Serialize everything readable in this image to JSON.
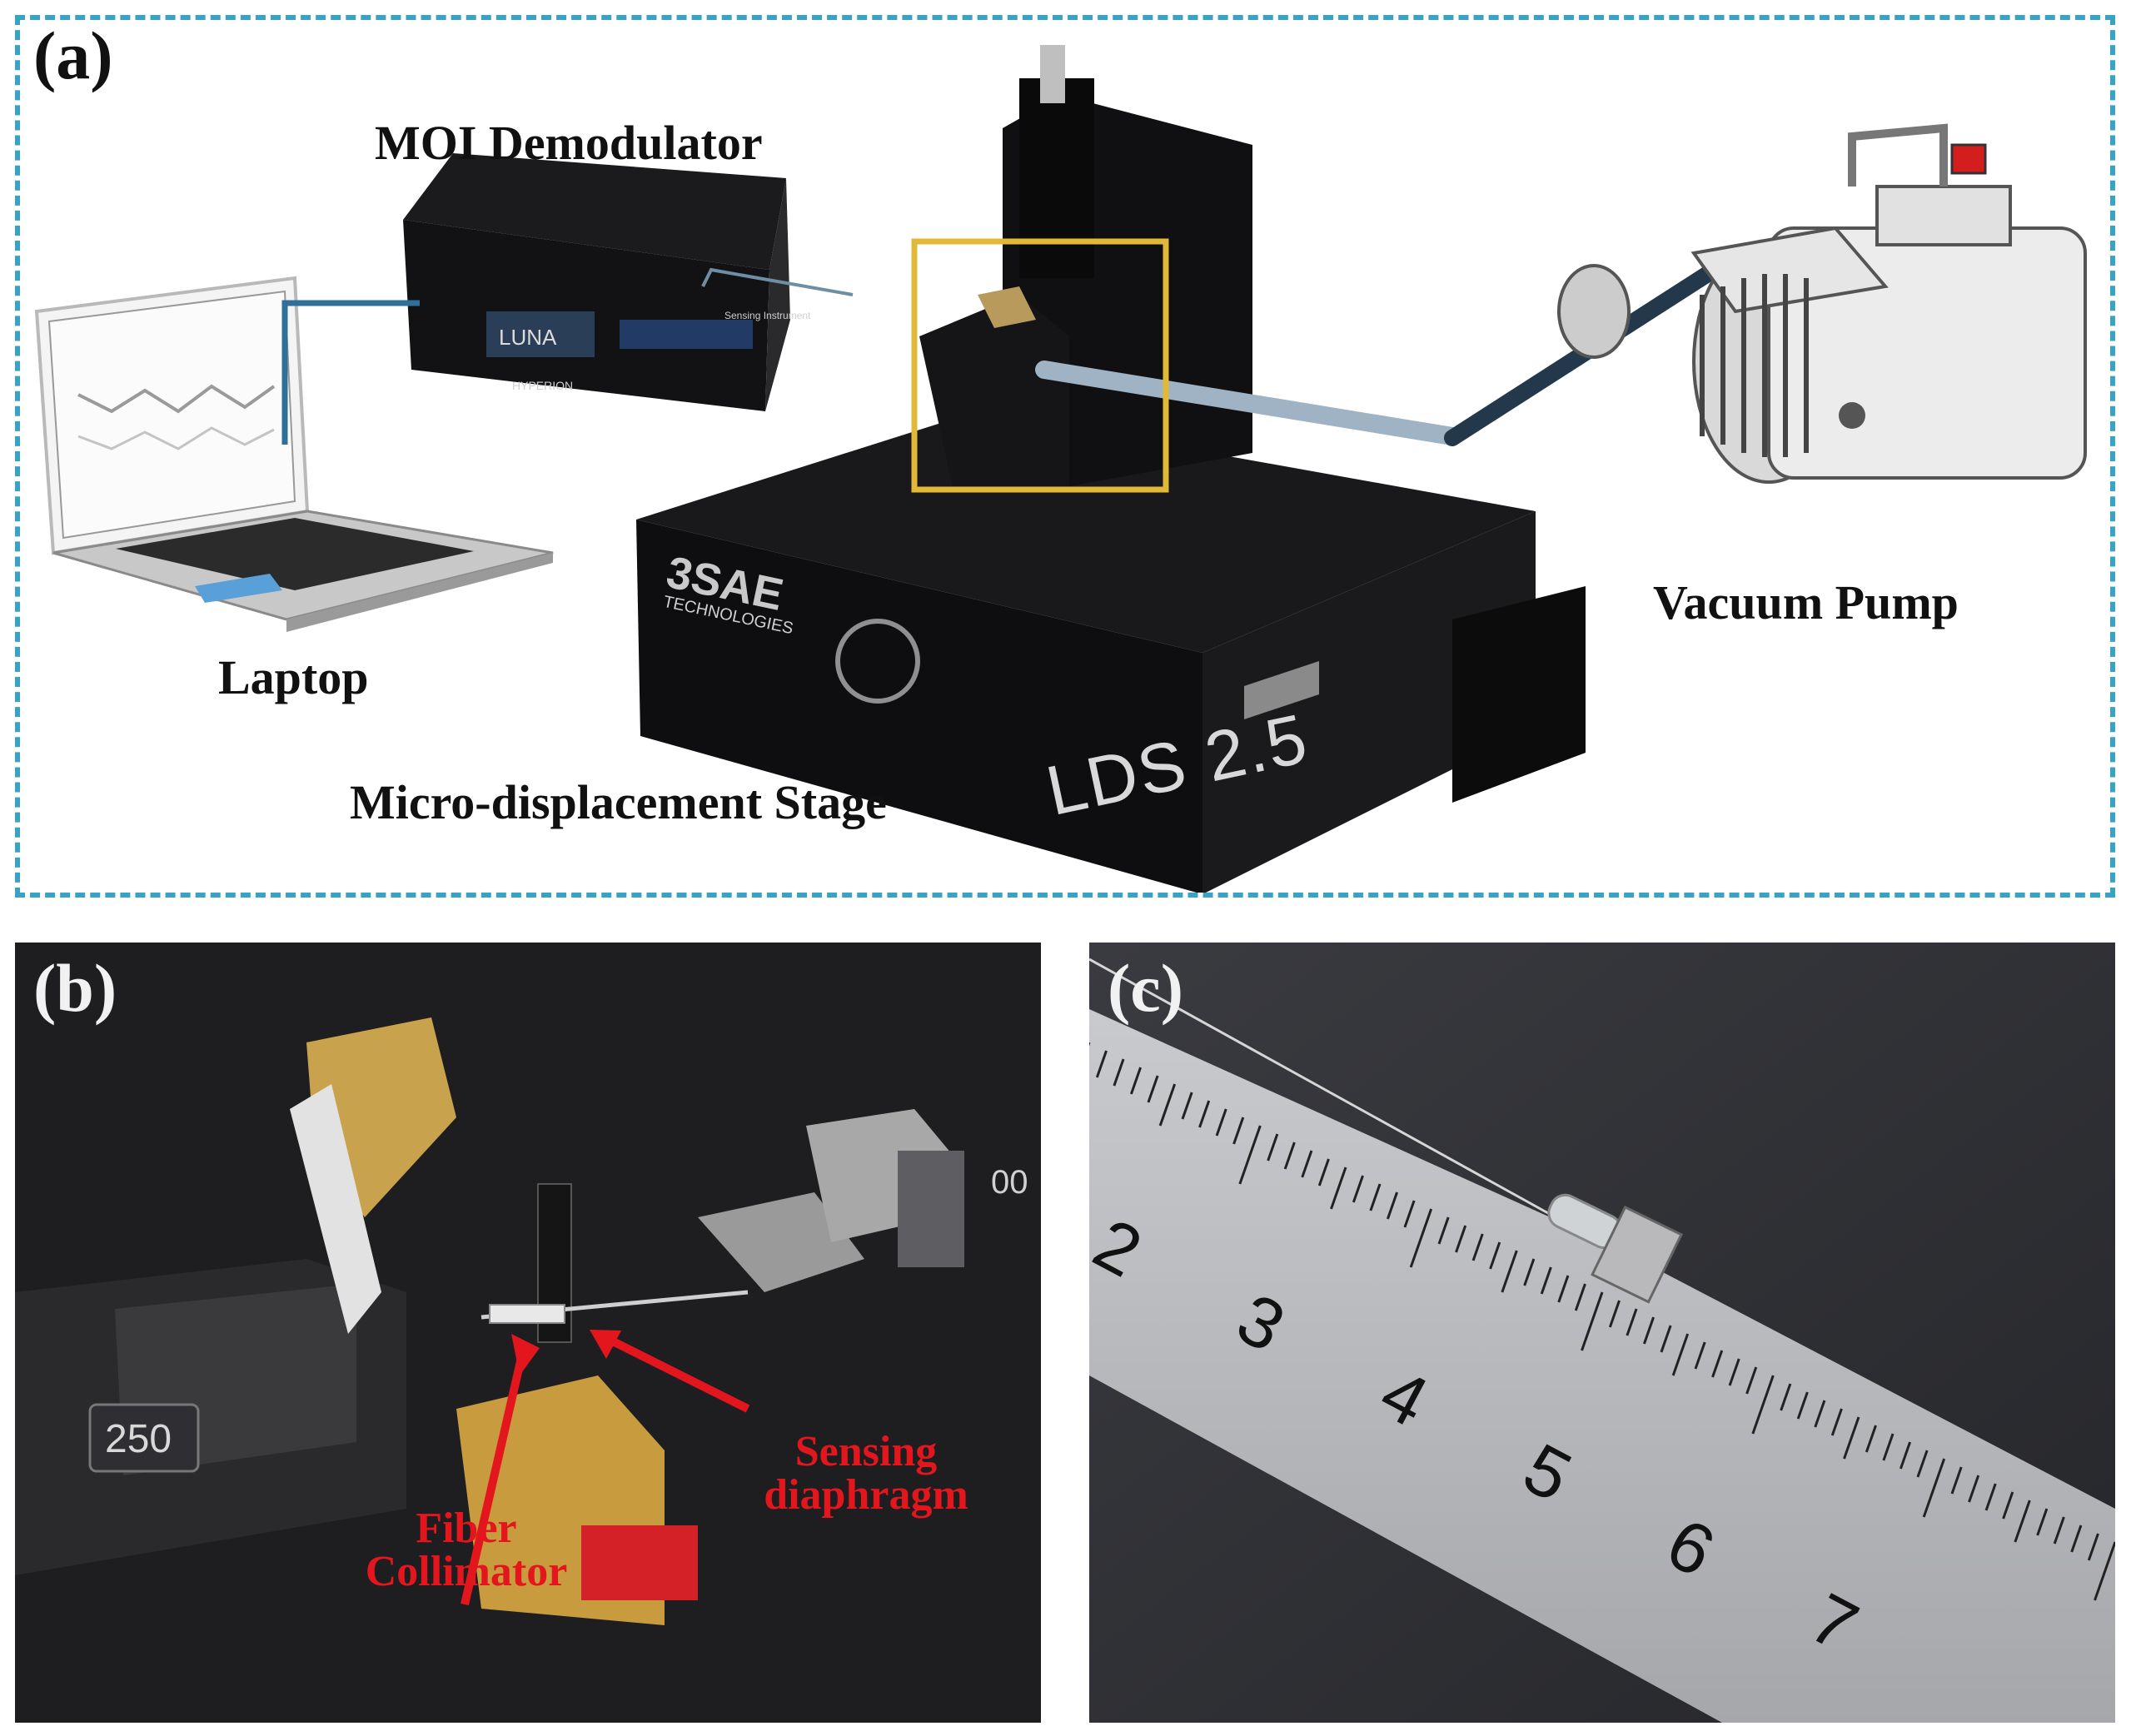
{
  "panel_a": {
    "letter": "(a)",
    "labels": {
      "moi": "MOI Demodulator",
      "laptop": "Laptop",
      "stage": "Micro-displacement Stage",
      "pump": "Vacuum Pump"
    },
    "device_text": {
      "stage_model": "LDS 2.5",
      "brand": "3SAE",
      "brand_sub": "TECHNOLOGIES",
      "demod_brand": "LUNA",
      "demod_sub": "HYPERION",
      "demod_caption": "Sensing Instrument"
    },
    "colors": {
      "frame": "#3aa3c2",
      "highlight": "#e2b838",
      "cable": "#2f6f98"
    }
  },
  "panel_b": {
    "letter": "(b)",
    "labels": {
      "collimator": "Fiber Collimator",
      "diaphragm": "Sensing diaphragm"
    },
    "device_text": {
      "dial": "250",
      "dial_partial": "00"
    },
    "colors": {
      "annotation": "#e3161d"
    }
  },
  "panel_c": {
    "letter": "(c)",
    "ruler_numbers": [
      "2",
      "3",
      "4",
      "5",
      "6",
      "7"
    ]
  }
}
